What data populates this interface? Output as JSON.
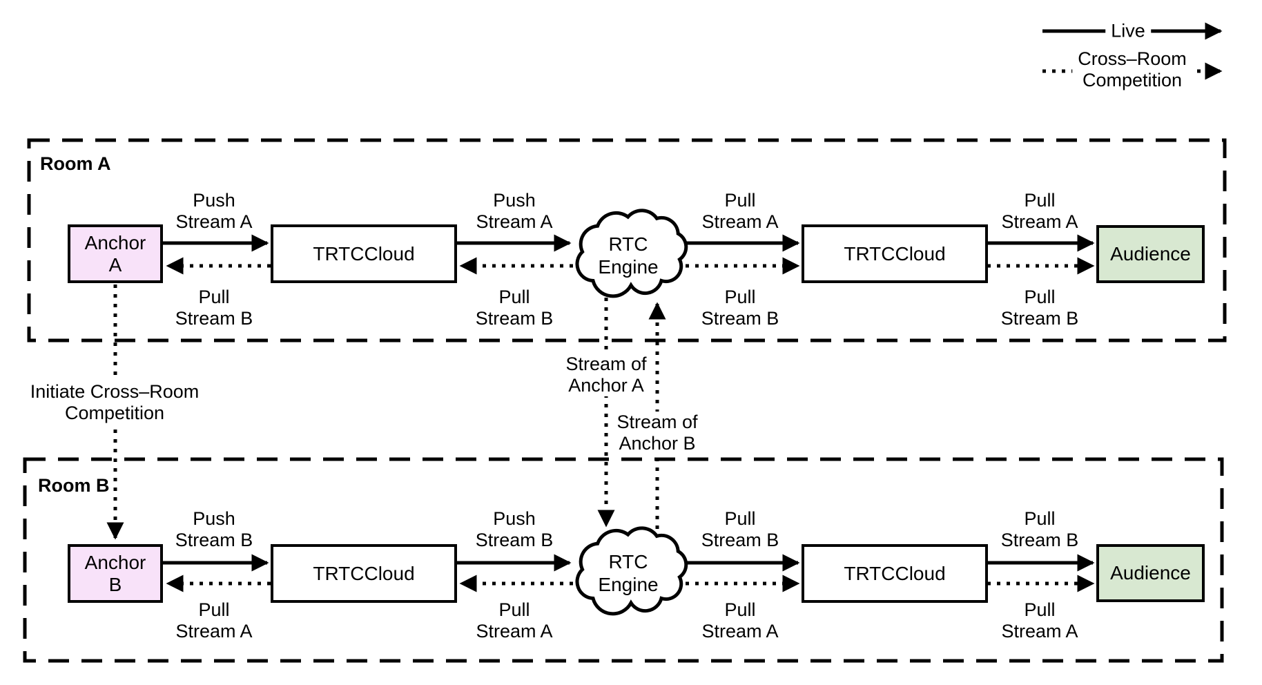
{
  "legend": {
    "live": "Live",
    "cross_room": "Cross–Room\nCompetition"
  },
  "room_a": {
    "title": "Room A",
    "anchor": "Anchor\nA",
    "trtc_left": "TRTCCloud",
    "engine": "RTC\nEngine",
    "trtc_right": "TRTCCloud",
    "audience": "Audience",
    "labels": {
      "push1_top": "Push\nStream A",
      "pull1_bottom": "Pull\nStream B",
      "push2_top": "Push\nStream A",
      "pull2_bottom": "Pull\nStream B",
      "pull3_top": "Pull\nStream A",
      "pull3_bottom": "Pull\nStream B",
      "pull4_top": "Pull\nStream A",
      "pull4_bottom": "Pull\nStream B"
    }
  },
  "room_b": {
    "title": "Room B",
    "anchor": "Anchor\nB",
    "trtc_left": "TRTCCloud",
    "engine": "RTC\nEngine",
    "trtc_right": "TRTCCloud",
    "audience": "Audience",
    "labels": {
      "push1_top": "Push\nStream B",
      "pull1_bottom": "Pull\nStream A",
      "push2_top": "Push\nStream B",
      "pull2_bottom": "Pull\nStream A",
      "pull3_top": "Pull\nStream B",
      "pull3_bottom": "Pull\nStream A",
      "pull4_top": "Pull\nStream B",
      "pull4_bottom": "Pull\nStream A"
    }
  },
  "cross_room_flow": {
    "initiate": "Initiate Cross–Room\nCompetition",
    "stream_a": "Stream of\nAnchor A",
    "stream_b": "Stream of\nAnchor B"
  },
  "colors": {
    "anchor_fill": "#f8e2f9",
    "audience_fill": "#d8e8d1",
    "stroke": "#000000",
    "background": "#ffffff"
  }
}
